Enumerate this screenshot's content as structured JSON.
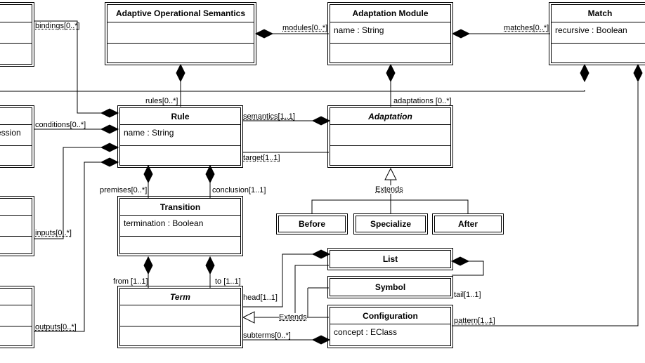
{
  "classes": {
    "binder_partial": {
      "attribute": ""
    },
    "adaptive_operational_semantics": {
      "name": "Adaptive Operational Semantics"
    },
    "adaptation_module": {
      "name": "Adaptation Module",
      "attribute": "name : String"
    },
    "match": {
      "name": "Match",
      "attribute": "recursive : Boolean"
    },
    "expression_partial": {
      "attribute": "ession"
    },
    "rule": {
      "name": "Rule",
      "attribute": "name : String"
    },
    "adaptation": {
      "name": "Adaptation"
    },
    "transition": {
      "name": "Transition",
      "attribute": "termination : Boolean"
    },
    "before": {
      "name": "Before"
    },
    "specialize": {
      "name": "Specialize"
    },
    "after": {
      "name": "After"
    },
    "term": {
      "name": "Term"
    },
    "list": {
      "name": "List"
    },
    "symbol": {
      "name": "Symbol"
    },
    "configuration": {
      "name": "Configuration",
      "attribute": "concept : EClass"
    }
  },
  "roles": {
    "bindings": "bindings[0..*]",
    "modules": "modules[0..*]",
    "matches": "matches[0..*]",
    "rules": "rules[0..*]",
    "adaptations": "adaptations [0..*]",
    "conditions": "conditions[0..*]",
    "semantics": "semantics[1..1]",
    "target": "target[1..1]",
    "premises": "premises[0..*]",
    "conclusion": "conclusion[1..1]",
    "inputs": "inputs[0..*]",
    "extends_adaptation": "Extends",
    "from": "from [1..1]",
    "to": "to [1..1]",
    "head": "head[1..1]",
    "tail": "tail[1..1]",
    "extends_term": "Extends",
    "outputs": "outputs[0..*]",
    "pattern": "pattern[1..1]",
    "subterms": "subterms[0..*]"
  }
}
